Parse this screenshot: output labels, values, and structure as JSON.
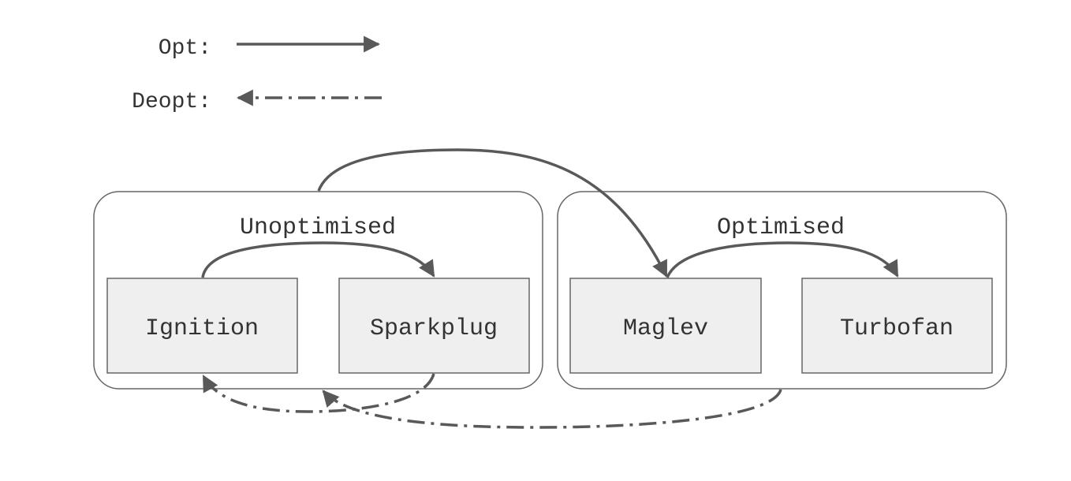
{
  "legend": {
    "opt_label": "Opt:",
    "deopt_label": "Deopt:"
  },
  "groups": {
    "unoptimised": "Unoptimised",
    "optimised": "Optimised"
  },
  "nodes": {
    "ignition": "Ignition",
    "sparkplug": "Sparkplug",
    "maglev": "Maglev",
    "turbofan": "Turbofan"
  },
  "colors": {
    "stroke": "#595959",
    "node_fill": "#efefef",
    "group_border": "#666666",
    "text": "#333333"
  }
}
